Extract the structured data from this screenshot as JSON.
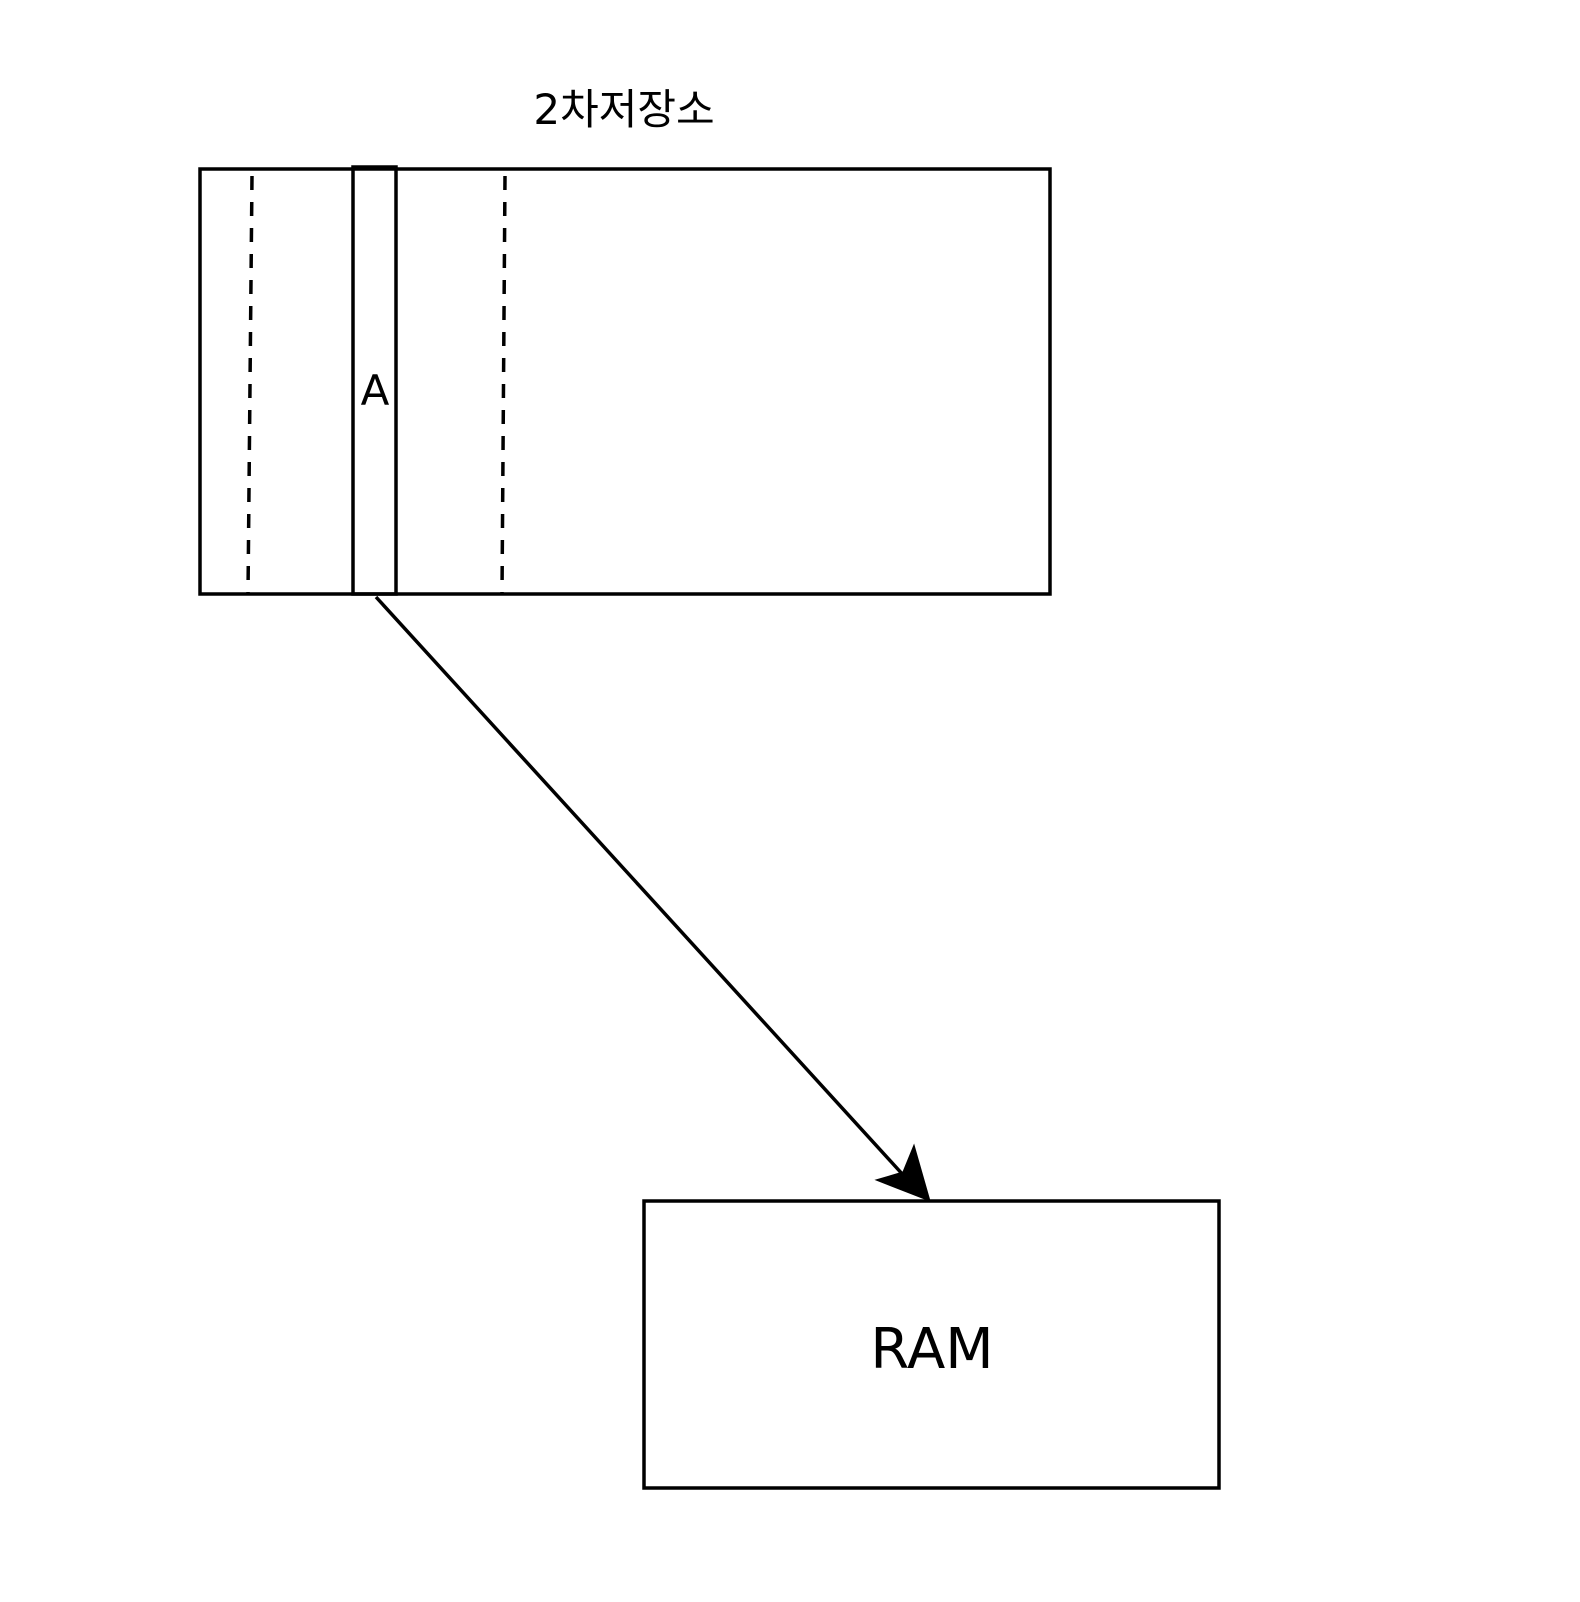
{
  "storage": {
    "title": "2차저장소",
    "block_label": "A"
  },
  "ram": {
    "label": "RAM"
  },
  "colors": {
    "stroke": "#000000",
    "background": "#ffffff"
  }
}
